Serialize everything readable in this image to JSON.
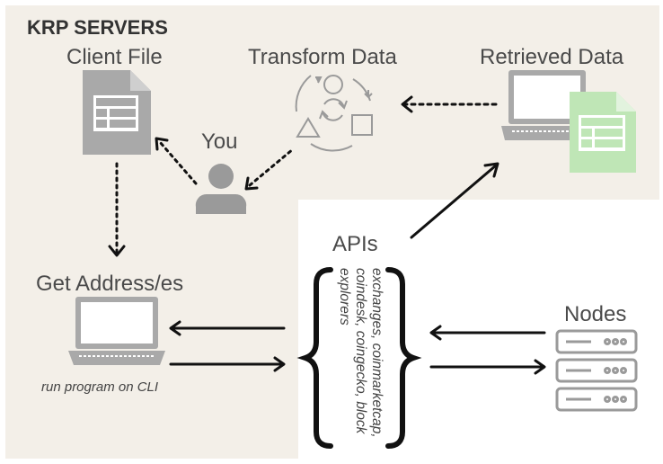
{
  "region_title": "KRP SERVERS",
  "labels": {
    "client_file": "Client File",
    "transform_data": "Transform Data",
    "retrieved_data": "Retrieved Data",
    "you": "You",
    "get_address": "Get Address/es",
    "run_program": "run program on CLI",
    "apis": "APIs",
    "nodes": "Nodes"
  },
  "api_sources": [
    "exchanges, coinmarketcap,",
    "coindesk, coingecko, block",
    "explorers"
  ],
  "colors": {
    "server_region": "#f3efe8",
    "icon_gray": "#9a9a9a",
    "spreadsheet_green": "#bfe6b6",
    "text": "#4a4a4a"
  }
}
